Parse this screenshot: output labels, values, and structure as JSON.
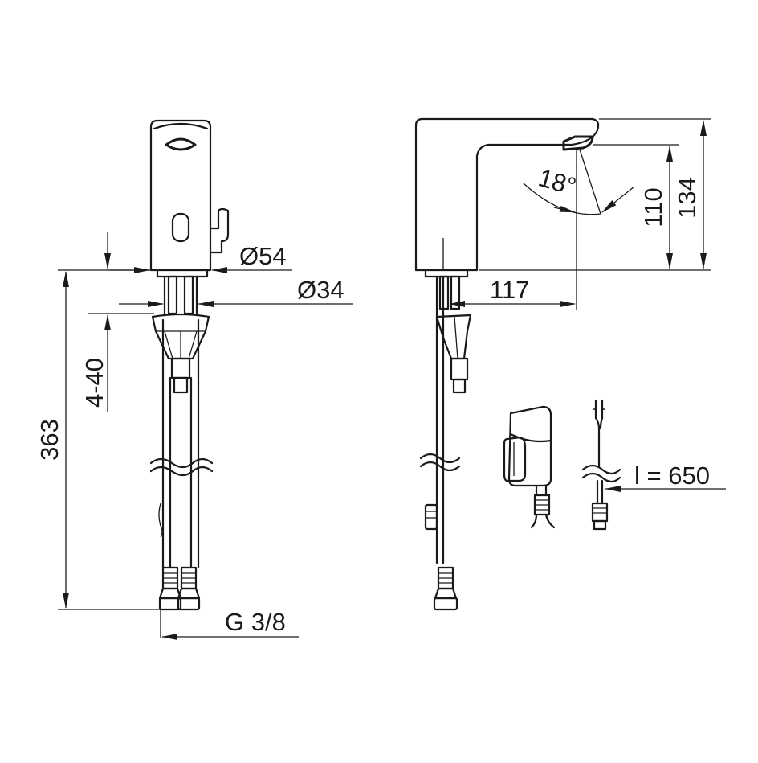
{
  "dimensions": {
    "dia_body": "Ø54",
    "dia_neck": "Ø34",
    "total_height": "363",
    "deck_thickness": "4-40",
    "thread": "G 3/8",
    "projection": "117",
    "spout_height": "110",
    "body_height": "134",
    "spray_angle": "18°",
    "cable_length": "l = 650"
  }
}
